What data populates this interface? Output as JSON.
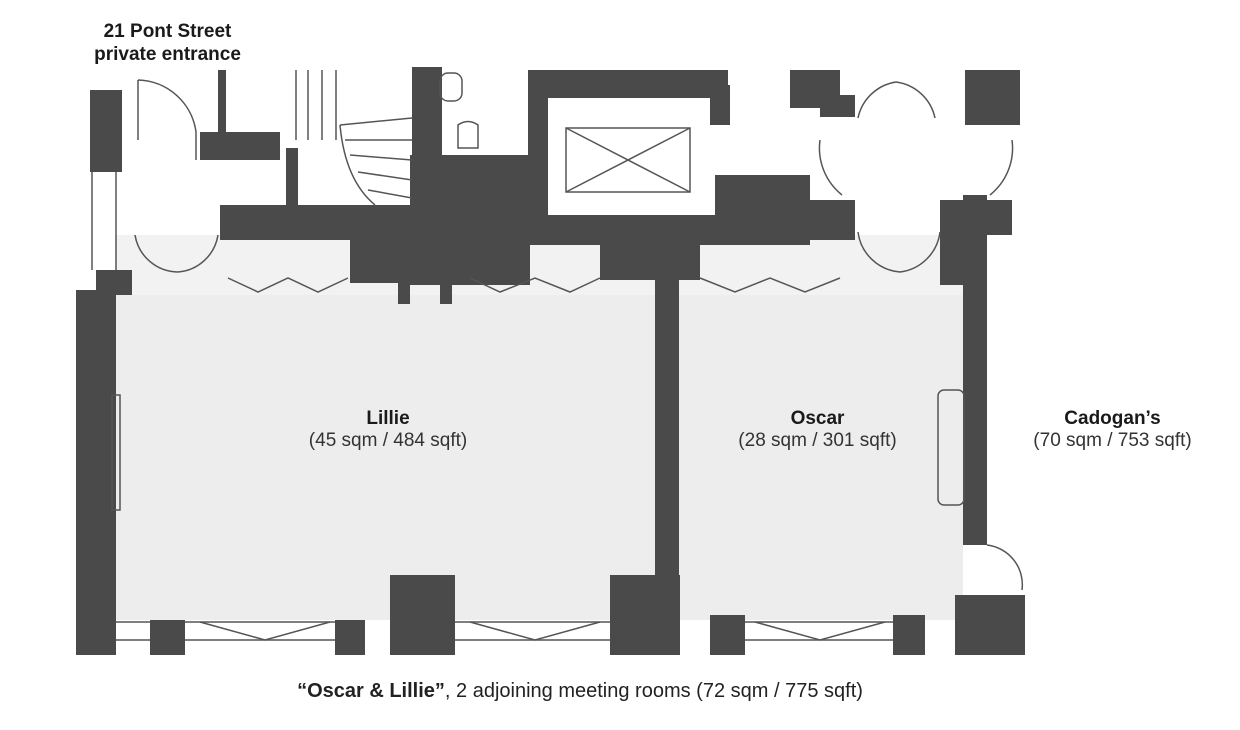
{
  "entrance": {
    "line1": "21 Pont Street",
    "line2": "private entrance"
  },
  "rooms": {
    "lillie": {
      "name": "Lillie",
      "area": "(45 sqm / 484 sqft)"
    },
    "oscar": {
      "name": "Oscar",
      "area": "(28 sqm / 301 sqft)"
    },
    "cadogans": {
      "name": "Cadogan’s",
      "area": "(70 sqm / 753 sqft)"
    }
  },
  "caption": {
    "bold": "“Oscar & Lillie”",
    "rest": ", 2 adjoining meeting rooms (72 sqm / 775 sqft)"
  },
  "colors": {
    "wall": "#4a4a4a",
    "floor": "#ececec",
    "line": "#555555"
  }
}
